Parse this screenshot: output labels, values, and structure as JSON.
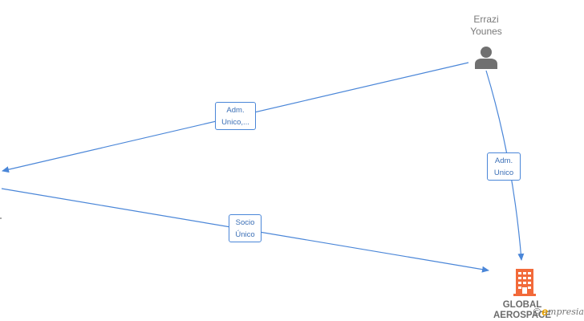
{
  "person": {
    "name_line1": "Errazi",
    "name_line2": "Younes",
    "icon": "person-icon"
  },
  "company": {
    "name_line1": "GLOBAL",
    "name_line2": "AEROSPACE",
    "icon": "building-icon",
    "color": "#f26a3a"
  },
  "edges": [
    {
      "id": "person-to-left",
      "label_line1": "Adm.",
      "label_line2": "Unico,..."
    },
    {
      "id": "person-to-company",
      "label_line1": "Adm.",
      "label_line2": "Unico"
    },
    {
      "id": "left-to-company",
      "label_line1": "Socio",
      "label_line2": "Único"
    }
  ],
  "watermark": {
    "copyright": "©",
    "brand_e": "e",
    "brand_rest": "mpresia"
  },
  "colors": {
    "edge": "#4a86d8",
    "person_icon": "#707070"
  }
}
